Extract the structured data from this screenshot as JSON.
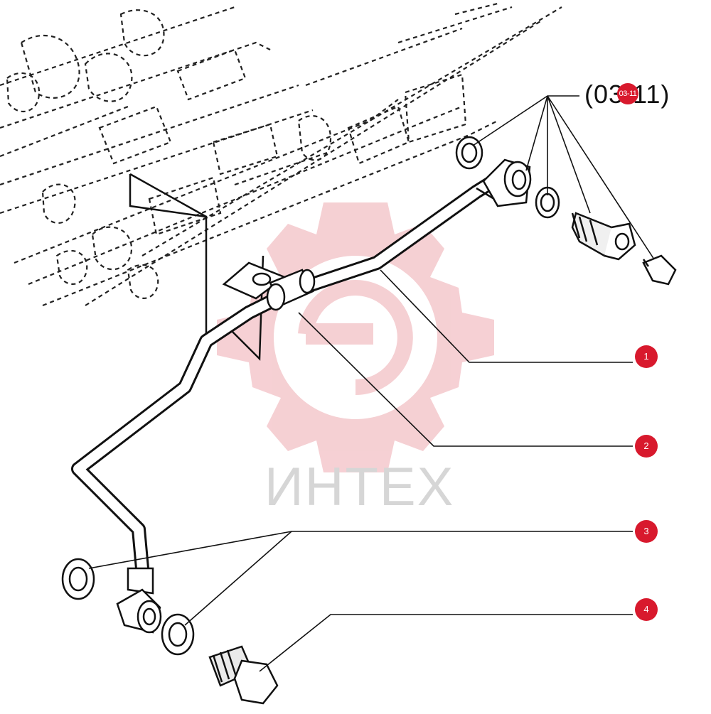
{
  "diagram": {
    "reference": "(03-11)",
    "reference_badge": "03-11",
    "watermark": "ИНТЕХ",
    "callouts": [
      {
        "label": "1"
      },
      {
        "label": "2"
      },
      {
        "label": "3"
      },
      {
        "label": "4"
      }
    ]
  },
  "colors": {
    "badge": "#d8192d",
    "watermark_gear": "#f4c8cc",
    "watermark_text": "#d6d6d6",
    "line_art": "#111111"
  }
}
